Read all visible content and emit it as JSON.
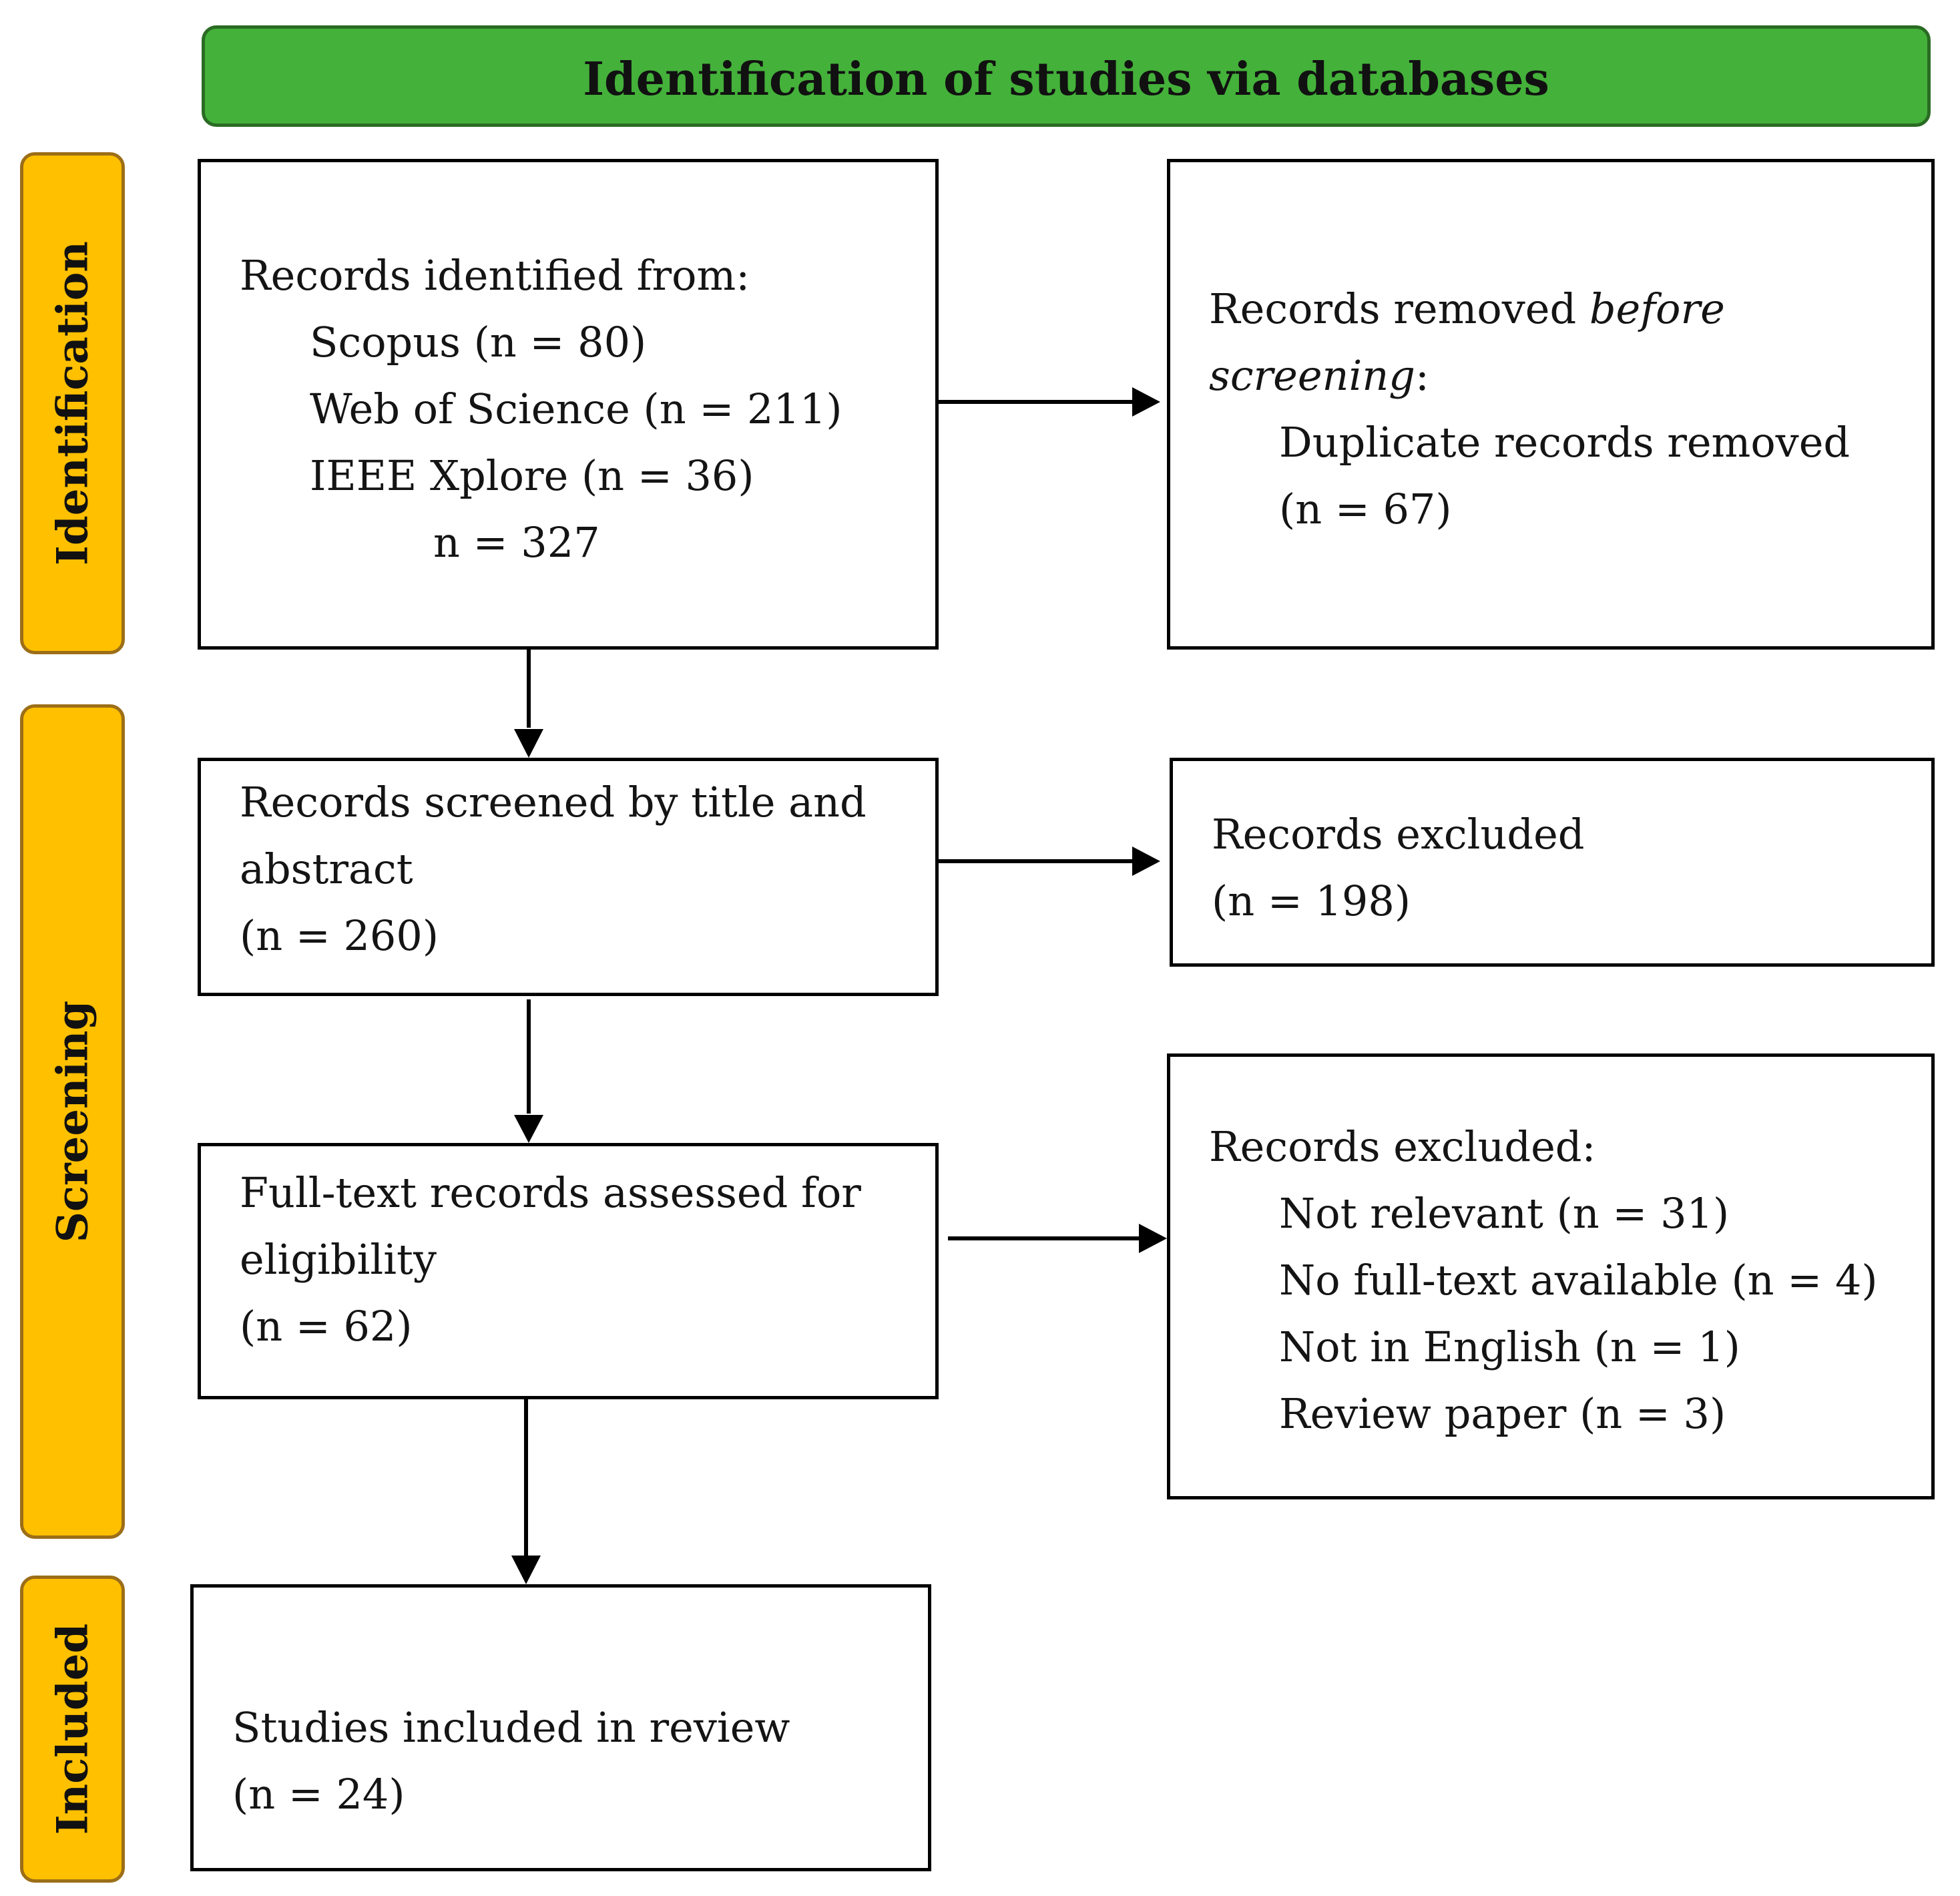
{
  "header": {
    "title": "Identification of studies via databases"
  },
  "stages": [
    {
      "label": "Identification"
    },
    {
      "label": "Screening"
    },
    {
      "label": "Included"
    }
  ],
  "boxes": {
    "identified": {
      "title": "Records identified from:",
      "sources": [
        "Scopus (n = 80)",
        "Web of Science (n = 211)",
        "IEEE Xplore (n = 36)"
      ],
      "total": "n = 327"
    },
    "removed": {
      "line1_prefix": "Records removed ",
      "line1_italic": "before",
      "line2_italic": "screening",
      "line2_suffix": ":",
      "detail": "Duplicate records removed",
      "count": "(n = 67)"
    },
    "screened": {
      "lines": [
        "Records screened by title and",
        "abstract",
        "(n = 260)"
      ]
    },
    "excluded_screening": {
      "lines": [
        "Records excluded",
        "(n = 198)"
      ]
    },
    "fulltext": {
      "lines": [
        "Full-text records assessed for",
        "eligibility",
        "(n = 62)"
      ]
    },
    "excluded_fulltext": {
      "title": "Records excluded:",
      "reasons": [
        "Not relevant (n = 31)",
        "No full-text available (n = 4)",
        "Not in English (n = 1)",
        "Review paper (n = 3)"
      ]
    },
    "included": {
      "lines": [
        "Studies included in review",
        "(n = 24)"
      ]
    }
  }
}
